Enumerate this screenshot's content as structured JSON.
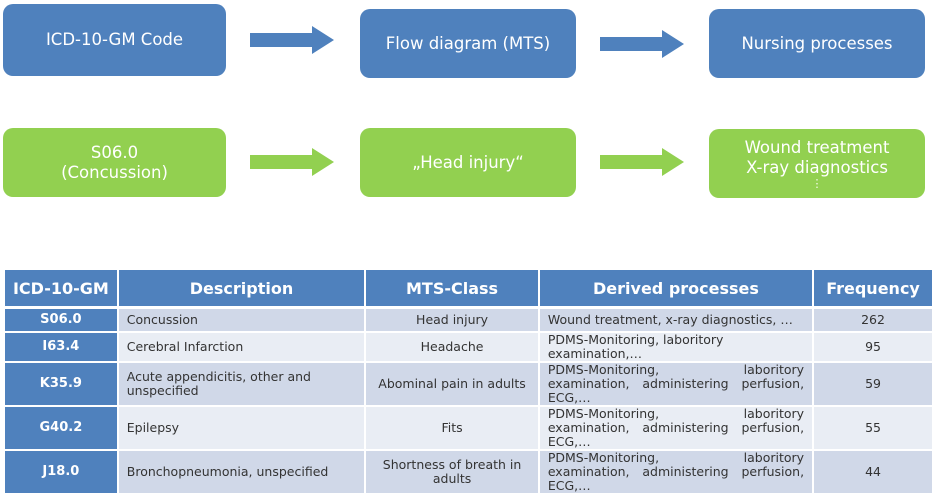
{
  "colors": {
    "blue": "#4f81bd",
    "green": "#92d050",
    "row_dark": "#d0d8e8",
    "row_light": "#e9edf4"
  },
  "flow_top": {
    "boxes": [
      "ICD-10-GM Code",
      "Flow diagram (MTS)",
      "Nursing processes"
    ],
    "arrows": [
      "right-arrow",
      "right-arrow"
    ]
  },
  "flow_bottom": {
    "box1": {
      "line1": "S06.0",
      "line2": "(Concussion)"
    },
    "box2": "„Head injury“",
    "box3": {
      "line1": "Wound treatment",
      "line2": "X-ray diagnostics",
      "line3": "⋮"
    }
  },
  "table": {
    "headers": [
      "ICD-10-GM",
      "Description",
      "MTS-Class",
      "Derived processes",
      "Frequency"
    ],
    "rows": [
      {
        "code": "S06.0",
        "description": "Concussion",
        "mts": "Head injury",
        "processes": "Wound treatment, x-ray diagnostics, …",
        "frequency": "262"
      },
      {
        "code": "I63.4",
        "description": "Cerebral Infarction",
        "mts": "Headache",
        "processes": "PDMS-Monitoring, laboritory examination,…",
        "frequency": "95"
      },
      {
        "code": "K35.9",
        "description": "Acute appendicitis, other and unspecified",
        "mts": "Abominal pain in adults",
        "processes": "PDMS-Monitoring, laboritory examination, administering perfusion, ECG,…",
        "frequency": "59"
      },
      {
        "code": "G40.2",
        "description": "Epilepsy",
        "mts": "Fits",
        "processes": "PDMS-Monitoring, laboritory examination, administering perfusion, ECG,…",
        "frequency": "55"
      },
      {
        "code": "J18.0",
        "description": "Bronchopneumonia, unspecified",
        "mts": "Shortness of breath in adults",
        "processes": "PDMS-Monitoring, laboritory examination, administering perfusion, ECG,…",
        "frequency": "44"
      }
    ]
  }
}
